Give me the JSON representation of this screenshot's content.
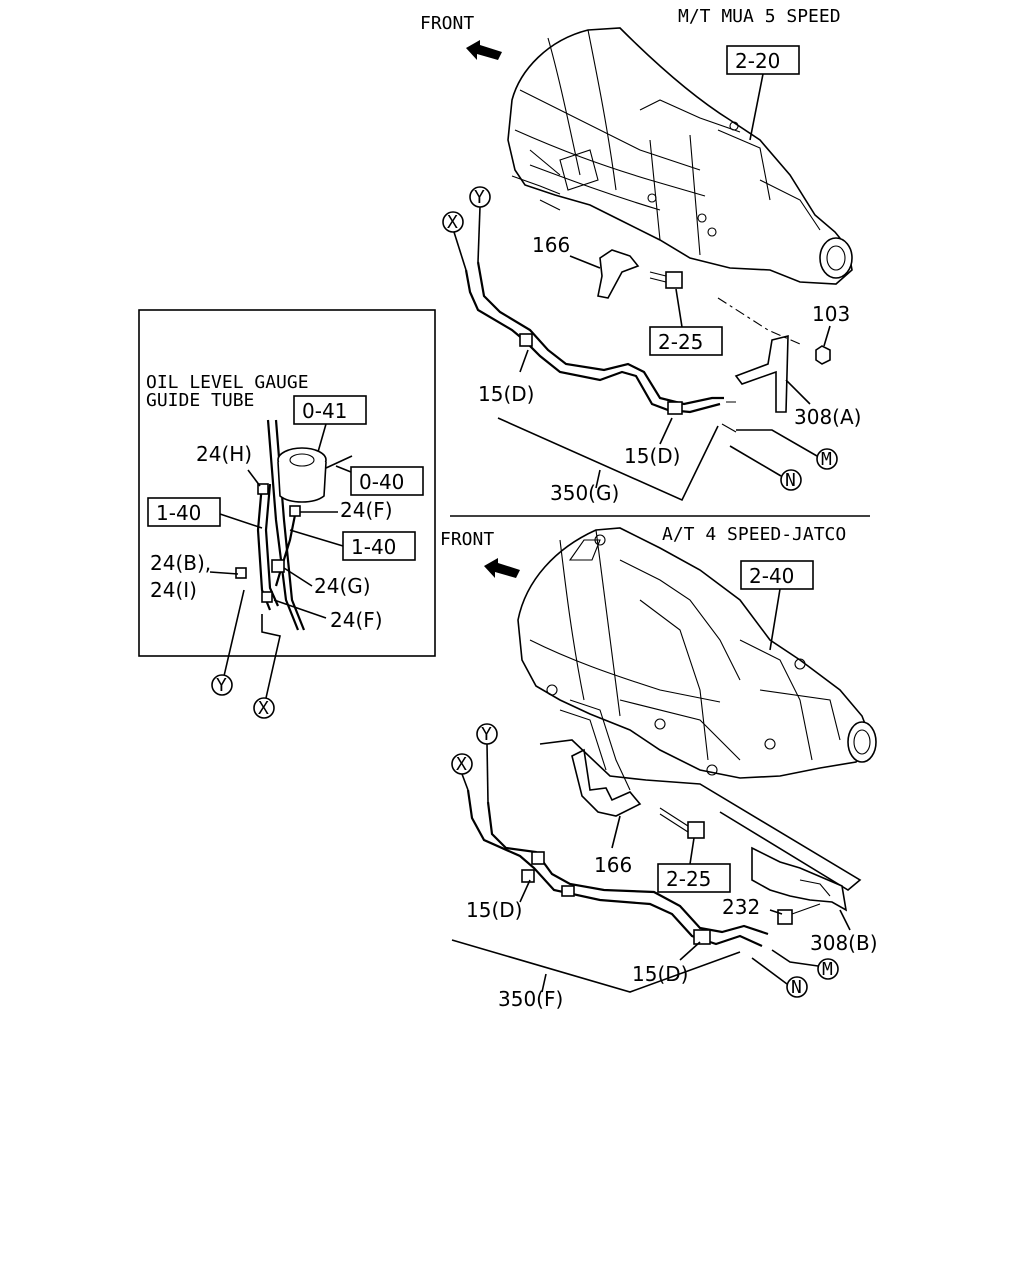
{
  "headings": {
    "mt": "M/T MUA 5 SPEED",
    "at": "A/T 4 SPEED-JATCO",
    "front_top": "FRONT",
    "front_bottom": "FRONT"
  },
  "inset": {
    "caption_line1": "OIL LEVEL GAUGE",
    "caption_line2": "GUIDE TUBE",
    "refs": [
      "0-41",
      "0-40",
      "1-40",
      "1-40"
    ],
    "labels": [
      "24(H)",
      "24(F)",
      "24(B),",
      "24(I)",
      "24(G)",
      "24(F)"
    ],
    "connectors": [
      "Y",
      "X"
    ]
  },
  "mt_section": {
    "refs": [
      "2-20",
      "2-25"
    ],
    "labels": [
      "166",
      "103",
      "15(D)",
      "308(A)",
      "15(D)",
      "350(G)"
    ],
    "connectors": [
      "Y",
      "X",
      "M",
      "N"
    ]
  },
  "at_section": {
    "refs": [
      "2-40",
      "2-25"
    ],
    "labels": [
      "166",
      "232",
      "15(D)",
      "308(B)",
      "15(D)",
      "350(F)"
    ],
    "connectors": [
      "Y",
      "X",
      "M",
      "N"
    ]
  }
}
